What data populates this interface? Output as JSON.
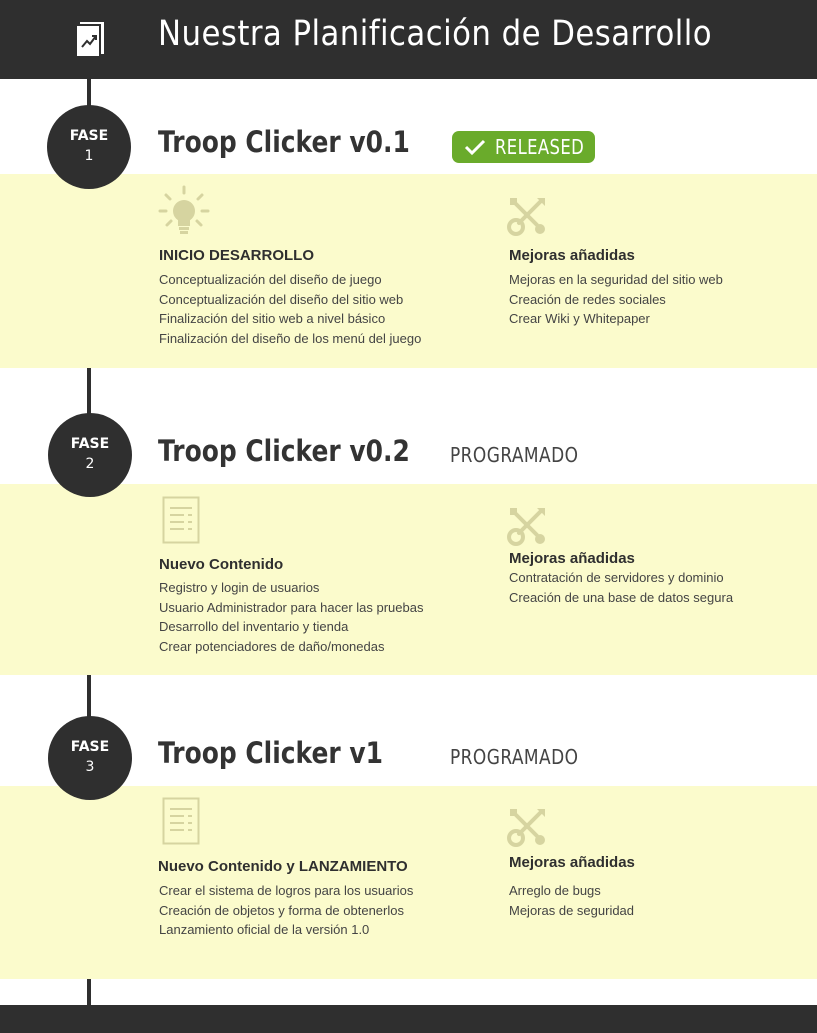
{
  "header": {
    "title": "Nuestra Planificación de Desarrollo",
    "icon": "trending-up-document-icon"
  },
  "phases": [
    {
      "label": "FASE",
      "number": "1",
      "title": "Troop Clicker v0.1",
      "status": "RELEASED",
      "status_color": "#6aab2b",
      "left": {
        "icon": "lightbulb-icon",
        "title": "INICIO DESARROLLO",
        "items": [
          "Conceptualización del diseño de juego",
          "Conceptualización del diseño del sitio web",
          "Finalización del sitio web a nivel básico",
          "Finalización del diseño de los menú del juego"
        ]
      },
      "right": {
        "icon": "tools-icon",
        "title": "Mejoras añadidas",
        "items": [
          "Mejoras en la seguridad del sitio web",
          "Creación de redes sociales",
          "Crear Wiki y Whitepaper"
        ]
      }
    },
    {
      "label": "FASE",
      "number": "2",
      "title": "Troop Clicker v0.2",
      "status": "PROGRAMADO",
      "left": {
        "icon": "document-icon",
        "title": "Nuevo Contenido",
        "items": [
          "Registro y login de usuarios",
          "Usuario Administrador para hacer las pruebas",
          "Desarrollo del inventario y tienda",
          "Crear potenciadores de daño/monedas"
        ]
      },
      "right": {
        "icon": "tools-icon",
        "title": "Mejoras añadidas",
        "items": [
          "Contratación de servidores y dominio",
          "Creación de una base de datos segura"
        ]
      }
    },
    {
      "label": "FASE",
      "number": "3",
      "title": "Troop Clicker v1",
      "status": "PROGRAMADO",
      "left": {
        "icon": "document-icon",
        "title": "Nuevo Contenido y LANZAMIENTO",
        "items": [
          "Crear el sistema de logros para los usuarios",
          "Creación de objetos y forma de obtenerlos",
          "Lanzamiento oficial de la versión 1.0"
        ]
      },
      "right": {
        "icon": "tools-icon",
        "title": "Mejoras añadidas",
        "items": [
          "Arreglo de bugs",
          "Mejoras de seguridad"
        ]
      }
    }
  ],
  "colors": {
    "dark": "#2f2f2f",
    "band": "#fbfbcc",
    "icon": "#d6d4a0",
    "released": "#6aab2b"
  }
}
